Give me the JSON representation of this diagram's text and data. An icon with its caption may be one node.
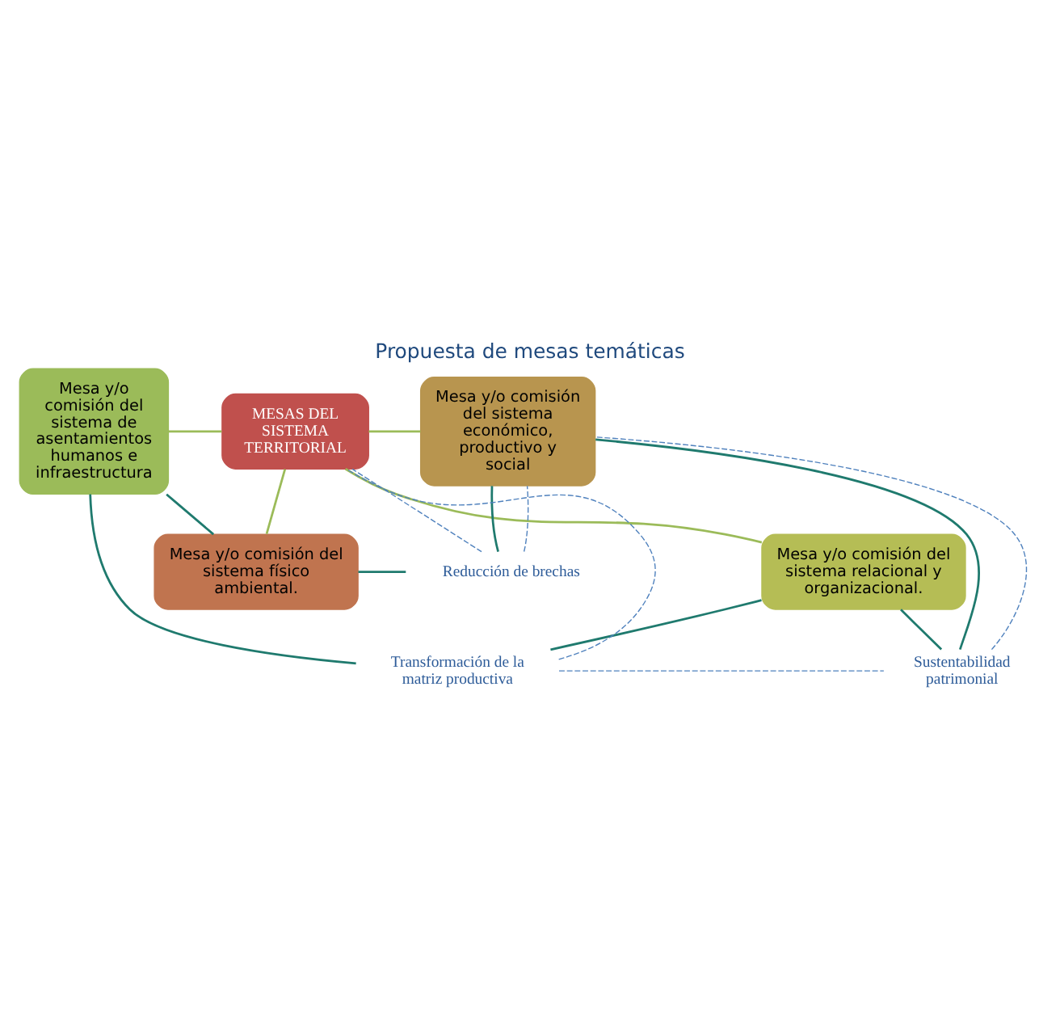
{
  "diagram": {
    "title": "Propuesta de mesas temáticas",
    "nodes": [
      {
        "text": [
          "MESAS DEL SISTEMA TERRITORIAL"
        ]
      },
      {
        "text": [
          "Mesa y/o comisión del sistema físico ambiental."
        ]
      },
      {
        "text": [
          "Mesa y/o comisión del sistema de asentamientos humanos e infraestructura"
        ]
      },
      {
        "text": [
          "Mesa y/o comisión del sistema económico, productivo y social"
        ]
      },
      {
        "text": [
          "Mesa y/o comisión del sistema relacional y organizacional."
        ]
      },
      {
        "text": [
          "Reducción de brechas"
        ]
      },
      {
        "text": [
          "Transformación de la matriz productiva"
        ]
      },
      {
        "text": [
          "Sustentabilidad patrimonial"
        ]
      }
    ],
    "edges": [
      {
        "from": 0,
        "to": 1,
        "arrow": "none",
        "color": "#9bbb59"
      },
      {
        "from": 2,
        "to": 0,
        "arrow": "none",
        "color": "#9bbb59"
      },
      {
        "from": 0,
        "to": 3,
        "arrow": "none",
        "color": "#9bbb59"
      },
      {
        "from": 0,
        "to": 4,
        "arrow": "none",
        "color": "#9bbb59"
      },
      {
        "from": 1,
        "to": 5,
        "arrow": "none",
        "color": "#1f7a6e"
      },
      {
        "from": 5,
        "to": 3,
        "arrow": "none",
        "color": "#1f7a6e"
      },
      {
        "from": 3,
        "to": 7,
        "arrow": "none",
        "color": "#1f7a6e"
      },
      {
        "from": 7,
        "to": 4,
        "arrow": "none",
        "color": "#1f7a6e"
      },
      {
        "from": 4,
        "to": 6,
        "arrow": "none",
        "color": "#1f7a6e"
      },
      {
        "from": 6,
        "to": 2,
        "arrow": "none",
        "color": "#1f7a6e"
      },
      {
        "from": 2,
        "to": 1,
        "arrow": "none",
        "color": "#1f7a6e"
      },
      {
        "from": 5,
        "to": 0,
        "arrow": "none",
        "style": "dashed",
        "color": "#4f81bd"
      },
      {
        "from": 5,
        "to": 3,
        "arrow": "none",
        "style": "dashed",
        "color": "#4f81bd"
      },
      {
        "from": 6,
        "to": 0,
        "arrow": "none",
        "style": "dashed",
        "color": "#4f81bd"
      },
      {
        "from": 6,
        "to": 7,
        "arrow": "none",
        "style": "dashed",
        "color": "#4f81bd"
      },
      {
        "from": 7,
        "to": 3,
        "arrow": "none",
        "style": "dashed",
        "color": "#4f81bd"
      }
    ]
  }
}
